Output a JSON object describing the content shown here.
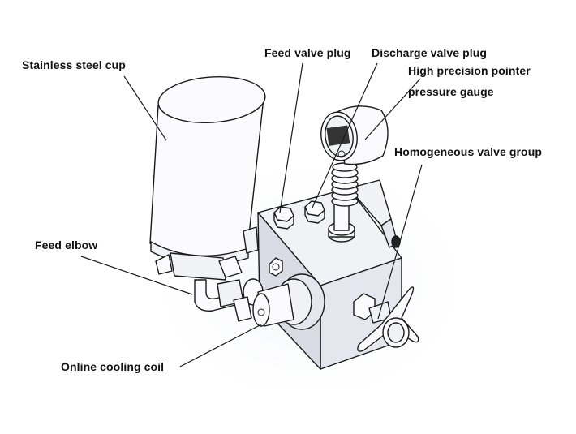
{
  "diagram": {
    "subject": "Homogenizer valve assembly line drawing",
    "labels": {
      "stainless_steel_cup": "Stainless steel cup",
      "feed_valve_plug": "Feed valve plug",
      "discharge_valve_plug": "Discharge valve plug",
      "pressure_gauge_line1": "High precision pointer",
      "pressure_gauge_line2": "pressure gauge",
      "homogeneous_valve_group": "Homogeneous valve group",
      "feed_elbow": "Feed elbow",
      "online_cooling_coil": "Online cooling coil"
    },
    "colors": {
      "line": "#1a1a1a",
      "background": "#ffffff",
      "shading": "#e6e7ee"
    }
  }
}
